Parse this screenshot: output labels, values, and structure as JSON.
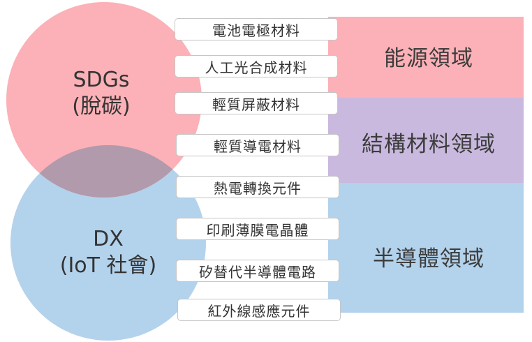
{
  "domains": {
    "energy": "能源領域",
    "structural": "結構材料領域",
    "semiconductor": "半導體領域"
  },
  "circles": {
    "sdgs": {
      "line1": "SDGs",
      "line2": "(脫碳)"
    },
    "dx": {
      "line1": "DX",
      "line2": "(IoT 社會)"
    }
  },
  "items": [
    "電池電極材料",
    "人工光合成材料",
    "輕質屏蔽材料",
    "輕質導電材料",
    "熱電轉換元件",
    "印刷薄膜電晶體",
    "矽替代半導體電路",
    "紅外線感應元件"
  ],
  "colors": {
    "energy_band": "#fbb1b7",
    "structural_band": "#c9b9de",
    "semiconductor_band": "#b3d2ec",
    "sdgs_circle": "#fbb1b7",
    "dx_circle": "#b3d2ec",
    "overlap": "#b19aab"
  }
}
